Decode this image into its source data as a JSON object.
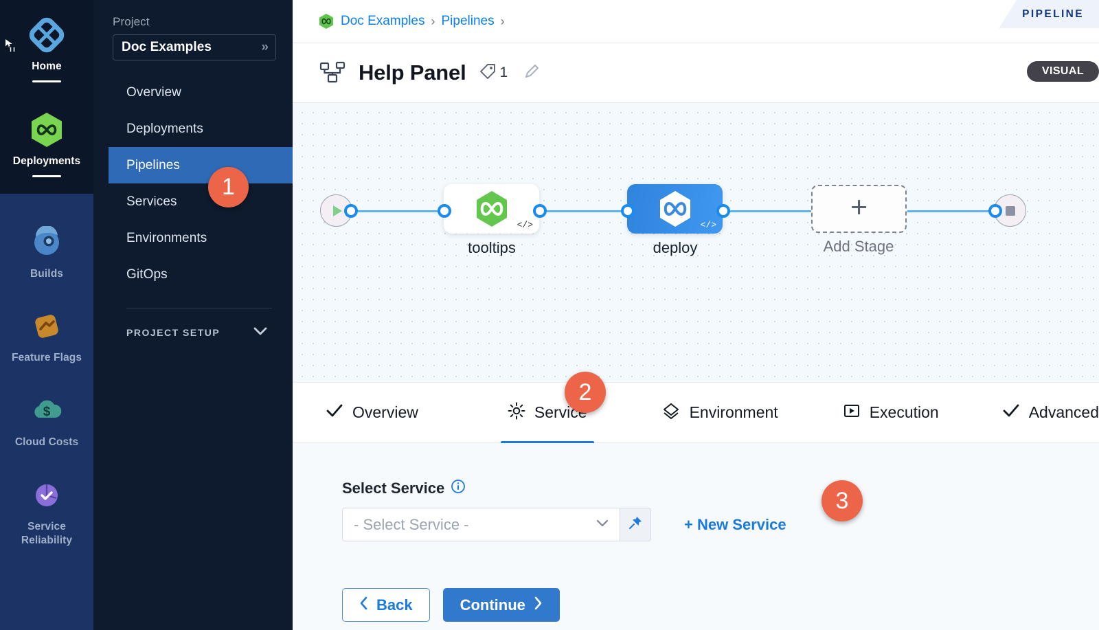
{
  "rail": {
    "top_items": [
      {
        "label": "Home",
        "icon": "home-modules-icon",
        "active": true
      },
      {
        "label": "Deployments",
        "icon": "deployments-harness-icon",
        "active": true
      }
    ],
    "bottom_items": [
      {
        "label": "Builds",
        "icon": "builds-icon"
      },
      {
        "label": "Feature Flags",
        "icon": "feature-flags-icon"
      },
      {
        "label": "Cloud Costs",
        "icon": "cloud-costs-icon"
      },
      {
        "label": "Service Reliability",
        "icon": "service-reliability-icon"
      }
    ]
  },
  "sidebar": {
    "project_label": "Project",
    "project_name": "Doc Examples",
    "expand_icon": "»",
    "items": [
      {
        "label": "Overview",
        "active": false
      },
      {
        "label": "Deployments",
        "active": false
      },
      {
        "label": "Pipelines",
        "active": true
      },
      {
        "label": "Services",
        "active": false
      },
      {
        "label": "Environments",
        "active": false
      },
      {
        "label": "GitOps",
        "active": false
      }
    ],
    "setup_label": "PROJECT SETUP",
    "setup_chevron": "chevron-down-icon"
  },
  "breadcrumb": {
    "project_icon": "harness-project-icon",
    "items": [
      "Doc Examples",
      "Pipelines"
    ],
    "separator": "›"
  },
  "corner_tab": {
    "label": "PIPELINE"
  },
  "header": {
    "pipeline_icon": "pipeline-stages-icon",
    "title": "Help Panel",
    "tag_icon": "tag-icon",
    "tag_count": "1",
    "edit_icon": "pencil-edit-icon",
    "mode_badge": "VISUAL"
  },
  "canvas": {
    "start_node": {
      "name": "start-node",
      "icon": "play-icon"
    },
    "end_node": {
      "name": "end-node",
      "icon": "stop-square-icon"
    },
    "stages": [
      {
        "label": "tooltips",
        "icon": "harness-hex-green-icon",
        "code_badge": "</>",
        "style": "white"
      },
      {
        "label": "deploy",
        "icon": "harness-hex-white-icon",
        "code_badge": "</>",
        "style": "blue"
      }
    ],
    "add_stage": {
      "label": "Add Stage",
      "icon": "plus-icon"
    }
  },
  "tabs": [
    {
      "label": "Overview",
      "icon": "check-icon",
      "active": false
    },
    {
      "label": "Service",
      "icon": "gear-icon",
      "active": true
    },
    {
      "label": "Environment",
      "icon": "layers-diamond-icon",
      "active": false
    },
    {
      "label": "Execution",
      "icon": "play-box-icon",
      "active": false
    },
    {
      "label": "Advanced",
      "icon": "check-icon",
      "active": false
    }
  ],
  "form": {
    "field_label": "Select Service",
    "info_icon": "info-circle-icon",
    "select_placeholder": "- Select Service -",
    "select_chevron": "chevron-down-icon",
    "pin_icon": "pin-icon",
    "new_service_link": "+ New Service",
    "back_button": "Back",
    "back_icon": "chevron-left-icon",
    "continue_button": "Continue",
    "continue_icon": "chevron-right-icon"
  },
  "steps": [
    {
      "number": "1"
    },
    {
      "number": "2"
    },
    {
      "number": "3"
    }
  ],
  "colors": {
    "accent_blue": "#1a7ae0",
    "step_badge": "#ec6548",
    "rail_top_bg": "#0b1628",
    "rail_bottom_bg": "#1c3366",
    "sidebar_bg": "#0e1b2e",
    "active_nav": "#2e6ab5",
    "harness_green": "#5fc44b"
  }
}
